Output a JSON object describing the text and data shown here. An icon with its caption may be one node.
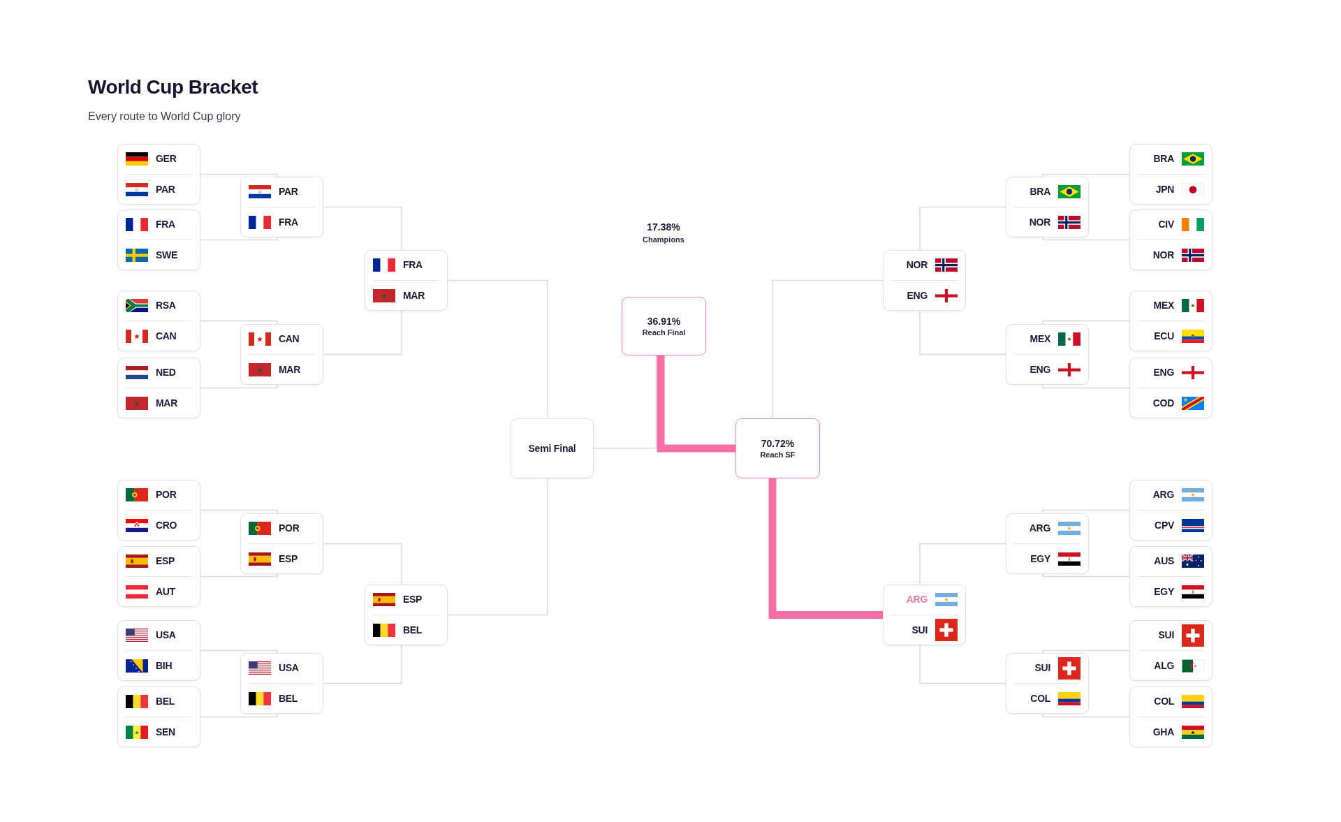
{
  "diagram": {
    "title": "World Cup Bracket",
    "nodes": [
      {
        "text": [
          "GER",
          "PAR"
        ]
      },
      {
        "text": [
          "FRA",
          "SWE"
        ]
      },
      {
        "text": [
          "RSA",
          "CAN"
        ]
      },
      {
        "text": [
          "NED",
          "MAR"
        ]
      },
      {
        "text": [
          "POR",
          "CRO"
        ]
      },
      {
        "text": [
          "ESP",
          "AUT"
        ]
      },
      {
        "text": [
          "USA",
          "BIH"
        ]
      },
      {
        "text": [
          "BEL",
          "SEN"
        ]
      },
      {
        "text": [
          "PAR",
          "FRA"
        ]
      },
      {
        "text": [
          "CAN",
          "MAR"
        ]
      },
      {
        "text": [
          "POR",
          "ESP"
        ]
      },
      {
        "text": [
          "USA",
          "BEL"
        ]
      },
      {
        "text": [
          "FRA",
          "MAR"
        ]
      },
      {
        "text": [
          "ESP",
          "BEL"
        ]
      },
      {
        "text": [
          "Semi Final"
        ]
      },
      {
        "text": [
          "36.91%",
          "Reach Final"
        ]
      },
      {
        "text": [
          "70.72%",
          "Reach SF"
        ]
      },
      {
        "text": [
          "NOR",
          "ENG"
        ]
      },
      {
        "text": [
          "ARG",
          "SUI"
        ]
      },
      {
        "text": [
          "BRA",
          "NOR"
        ]
      },
      {
        "text": [
          "MEX",
          "ENG"
        ]
      },
      {
        "text": [
          "ARG",
          "EGY"
        ]
      },
      {
        "text": [
          "SUI",
          "COL"
        ]
      },
      {
        "text": [
          "BRA",
          "JPN"
        ]
      },
      {
        "text": [
          "CIV",
          "NOR"
        ]
      },
      {
        "text": [
          "MEX",
          "ECU"
        ]
      },
      {
        "text": [
          "ENG",
          "COD"
        ]
      },
      {
        "text": [
          "ARG",
          "CPV"
        ]
      },
      {
        "text": [
          "AUS",
          "EGY"
        ]
      },
      {
        "text": [
          "SUI",
          "ALG"
        ]
      },
      {
        "text": [
          "COL",
          "GHA"
        ]
      }
    ],
    "edges": [
      {
        "from": 0,
        "to": 8,
        "arrow": "none"
      },
      {
        "from": 1,
        "to": 8,
        "arrow": "none"
      },
      {
        "from": 2,
        "to": 9,
        "arrow": "none"
      },
      {
        "from": 3,
        "to": 9,
        "arrow": "none"
      },
      {
        "from": 4,
        "to": 10,
        "arrow": "none"
      },
      {
        "from": 5,
        "to": 10,
        "arrow": "none"
      },
      {
        "from": 6,
        "to": 11,
        "arrow": "none"
      },
      {
        "from": 7,
        "to": 11,
        "arrow": "none"
      },
      {
        "from": 8,
        "to": 12,
        "arrow": "none"
      },
      {
        "from": 9,
        "to": 12,
        "arrow": "none"
      },
      {
        "from": 10,
        "to": 13,
        "arrow": "none"
      },
      {
        "from": 11,
        "to": 13,
        "arrow": "none"
      },
      {
        "from": 12,
        "to": 14,
        "arrow": "none"
      },
      {
        "from": 13,
        "to": 14,
        "arrow": "none"
      },
      {
        "from": 14,
        "to": 15,
        "arrow": "none"
      },
      {
        "from": 16,
        "to": 15,
        "arrow": "none",
        "style": "thick",
        "color": "#f76fa2"
      },
      {
        "from": 17,
        "to": 16,
        "arrow": "none"
      },
      {
        "from": 18,
        "to": 16,
        "arrow": "none",
        "style": "thick",
        "color": "#f76fa2"
      },
      {
        "from": 19,
        "to": 17,
        "arrow": "none"
      },
      {
        "from": 20,
        "to": 17,
        "arrow": "none"
      },
      {
        "from": 21,
        "to": 18,
        "arrow": "none"
      },
      {
        "from": 22,
        "to": 18,
        "arrow": "none"
      },
      {
        "from": 23,
        "to": 19,
        "arrow": "none"
      },
      {
        "from": 24,
        "to": 19,
        "arrow": "none"
      },
      {
        "from": 25,
        "to": 20,
        "arrow": "none"
      },
      {
        "from": 26,
        "to": 20,
        "arrow": "none"
      },
      {
        "from": 27,
        "to": 21,
        "arrow": "none"
      },
      {
        "from": 28,
        "to": 21,
        "arrow": "none"
      },
      {
        "from": 29,
        "to": 22,
        "arrow": "none"
      },
      {
        "from": 30,
        "to": 22,
        "arrow": "none"
      }
    ],
    "labels": [
      "Every route to World Cup glory",
      "17.38%",
      "Champions"
    ]
  }
}
